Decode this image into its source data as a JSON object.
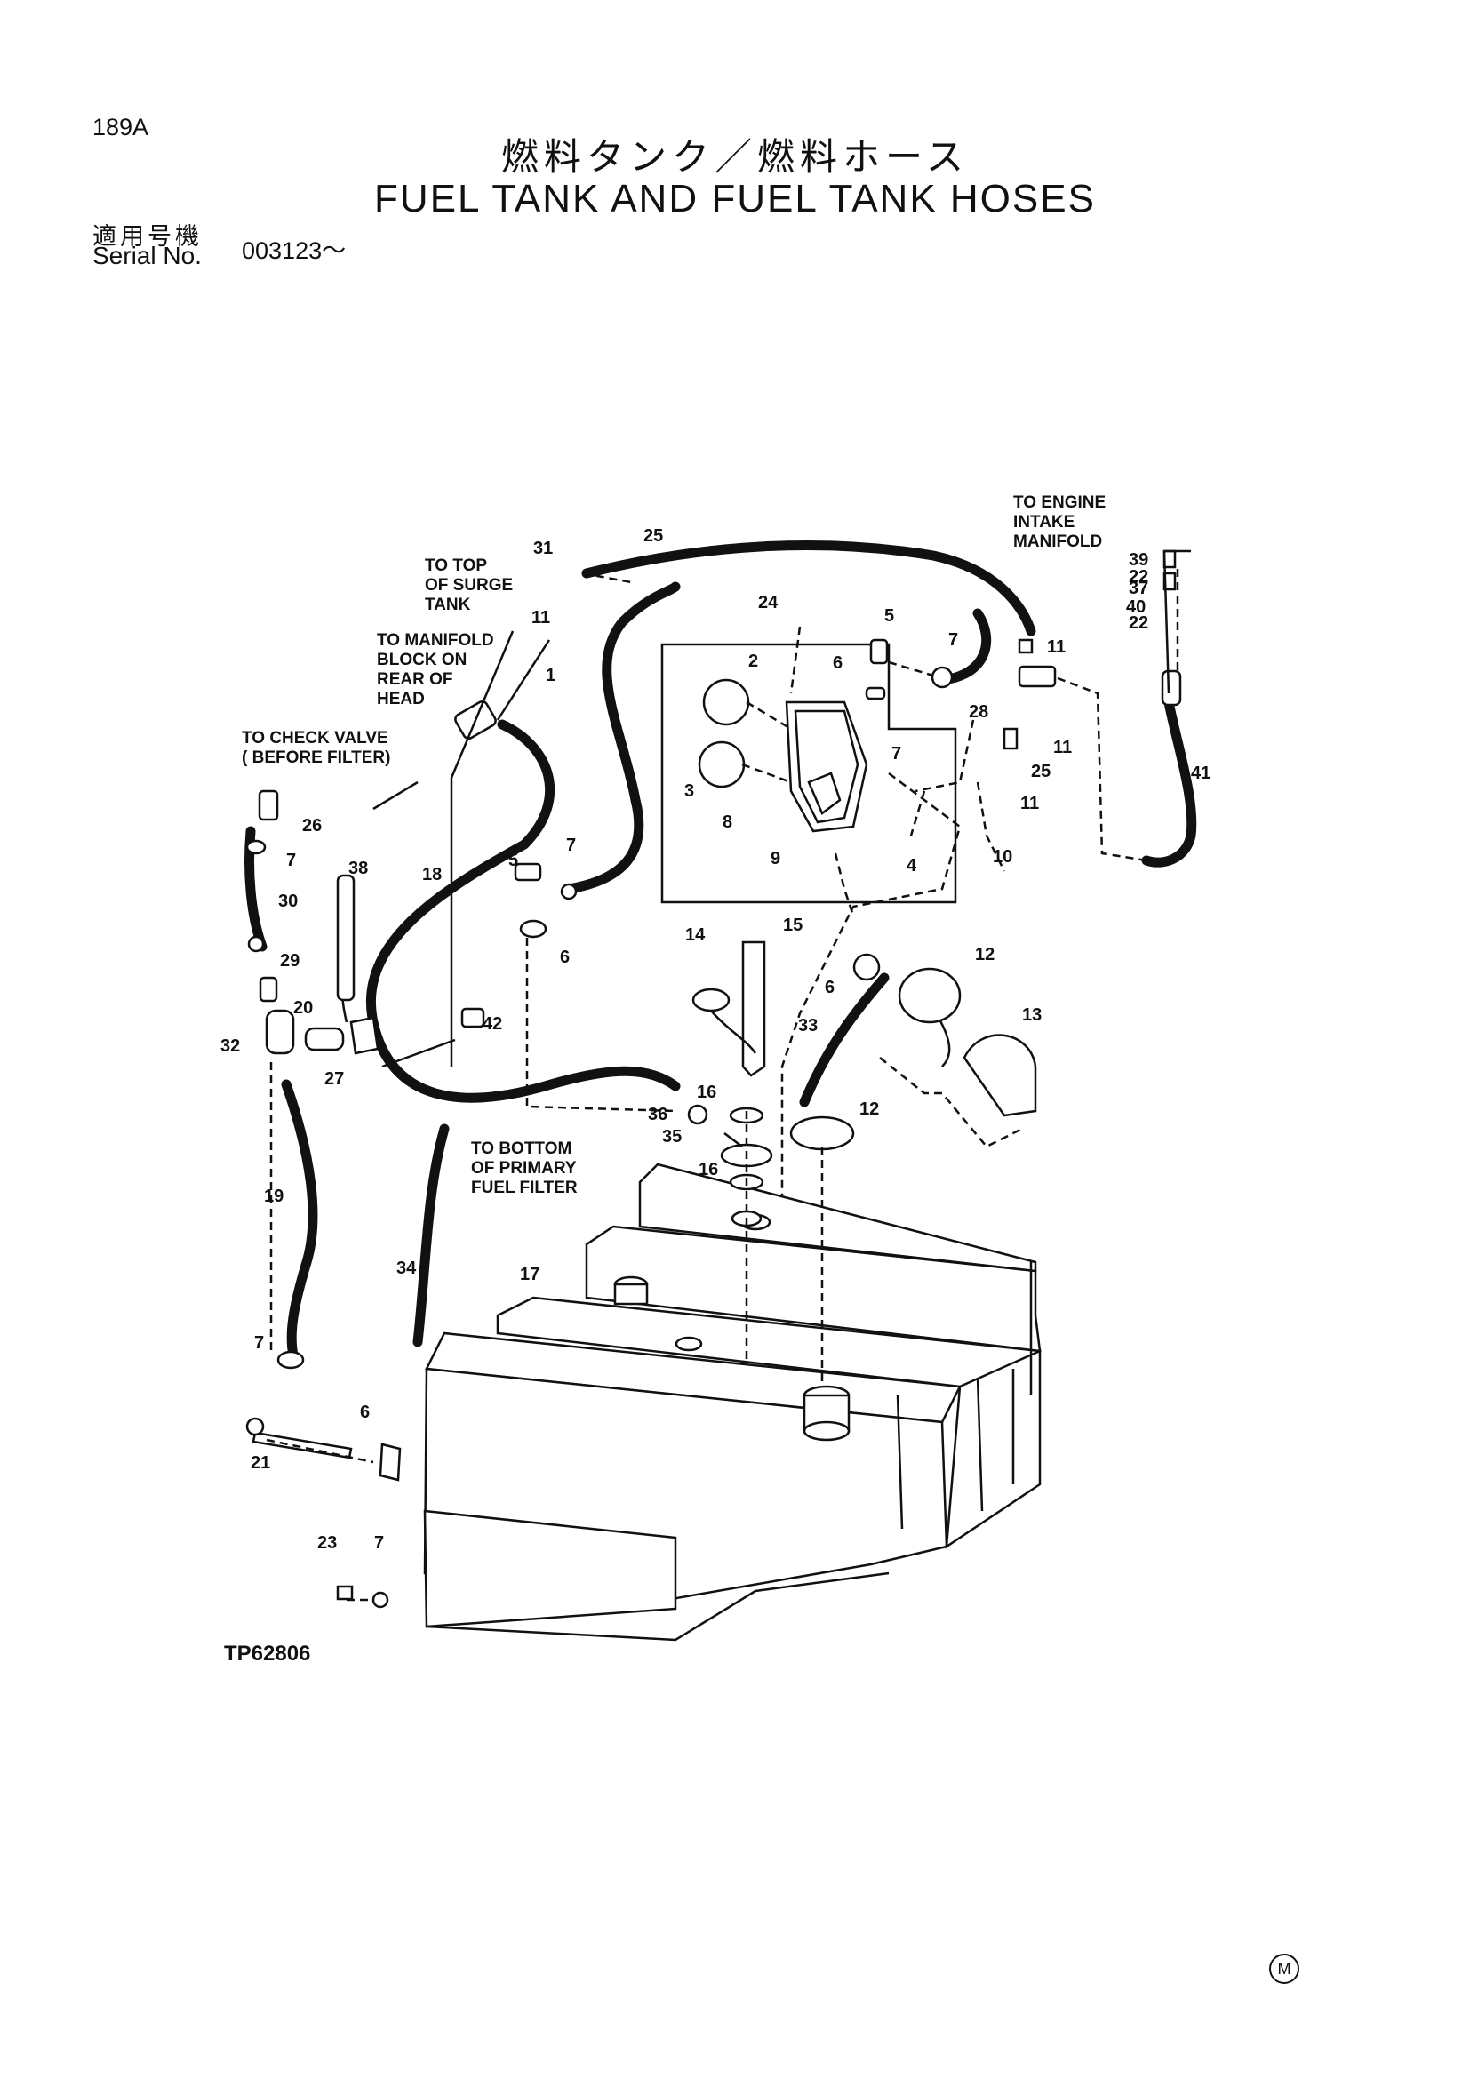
{
  "header": {
    "page_no": "189A",
    "title_jp": "燃料タンク／燃料ホース",
    "title_en": "FUEL TANK AND FUEL TANK HOSES",
    "serial_label_jp": "適用号機",
    "serial_label_en": "Serial No.",
    "serial_value": "003123～"
  },
  "notes": {
    "engine_intake": [
      "TO ENGINE",
      "INTAKE",
      "MANIFOLD"
    ],
    "surge_tank": [
      "TO TOP",
      "OF SURGE",
      "TANK"
    ],
    "manifold_block": [
      "TO MANIFOLD",
      "BLOCK ON",
      "REAR OF",
      "HEAD"
    ],
    "check_valve": [
      "TO CHECK VALVE",
      "( BEFORE FILTER)"
    ],
    "primary_filter": [
      "TO BOTTOM",
      "OF PRIMARY",
      "FUEL FILTER"
    ]
  },
  "callouts": {
    "c1": "1",
    "c2": "2",
    "c3": "3",
    "c4": "4",
    "c5a": "5",
    "c5b": "5",
    "c6a": "6",
    "c6b": "6",
    "c6c": "6",
    "c6d": "6",
    "c7a": "7",
    "c7b": "7",
    "c7c": "7",
    "c7d": "7",
    "c7e": "7",
    "c7f": "7",
    "c8": "8",
    "c9": "9",
    "c10": "10",
    "c11a": "11",
    "c11b": "11",
    "c11c": "11",
    "c11d": "11",
    "c12a": "12",
    "c12b": "12",
    "c13": "13",
    "c14": "14",
    "c15": "15",
    "c16a": "16",
    "c16b": "16",
    "c17": "17",
    "c18": "18",
    "c19": "19",
    "c20": "20",
    "c21": "21",
    "c22a": "22",
    "c22b": "22",
    "c23": "23",
    "c24": "24",
    "c25a": "25",
    "c25b": "25",
    "c26": "26",
    "c27": "27",
    "c28": "28",
    "c29": "29",
    "c30": "30",
    "c31": "31",
    "c32": "32",
    "c33": "33",
    "c34": "34",
    "c35": "35",
    "c36": "36",
    "c37": "37",
    "c38": "38",
    "c39": "39",
    "c40": "40",
    "c41": "41",
    "c42": "42"
  },
  "figure": {
    "number": "TP62806",
    "mark": "M"
  }
}
